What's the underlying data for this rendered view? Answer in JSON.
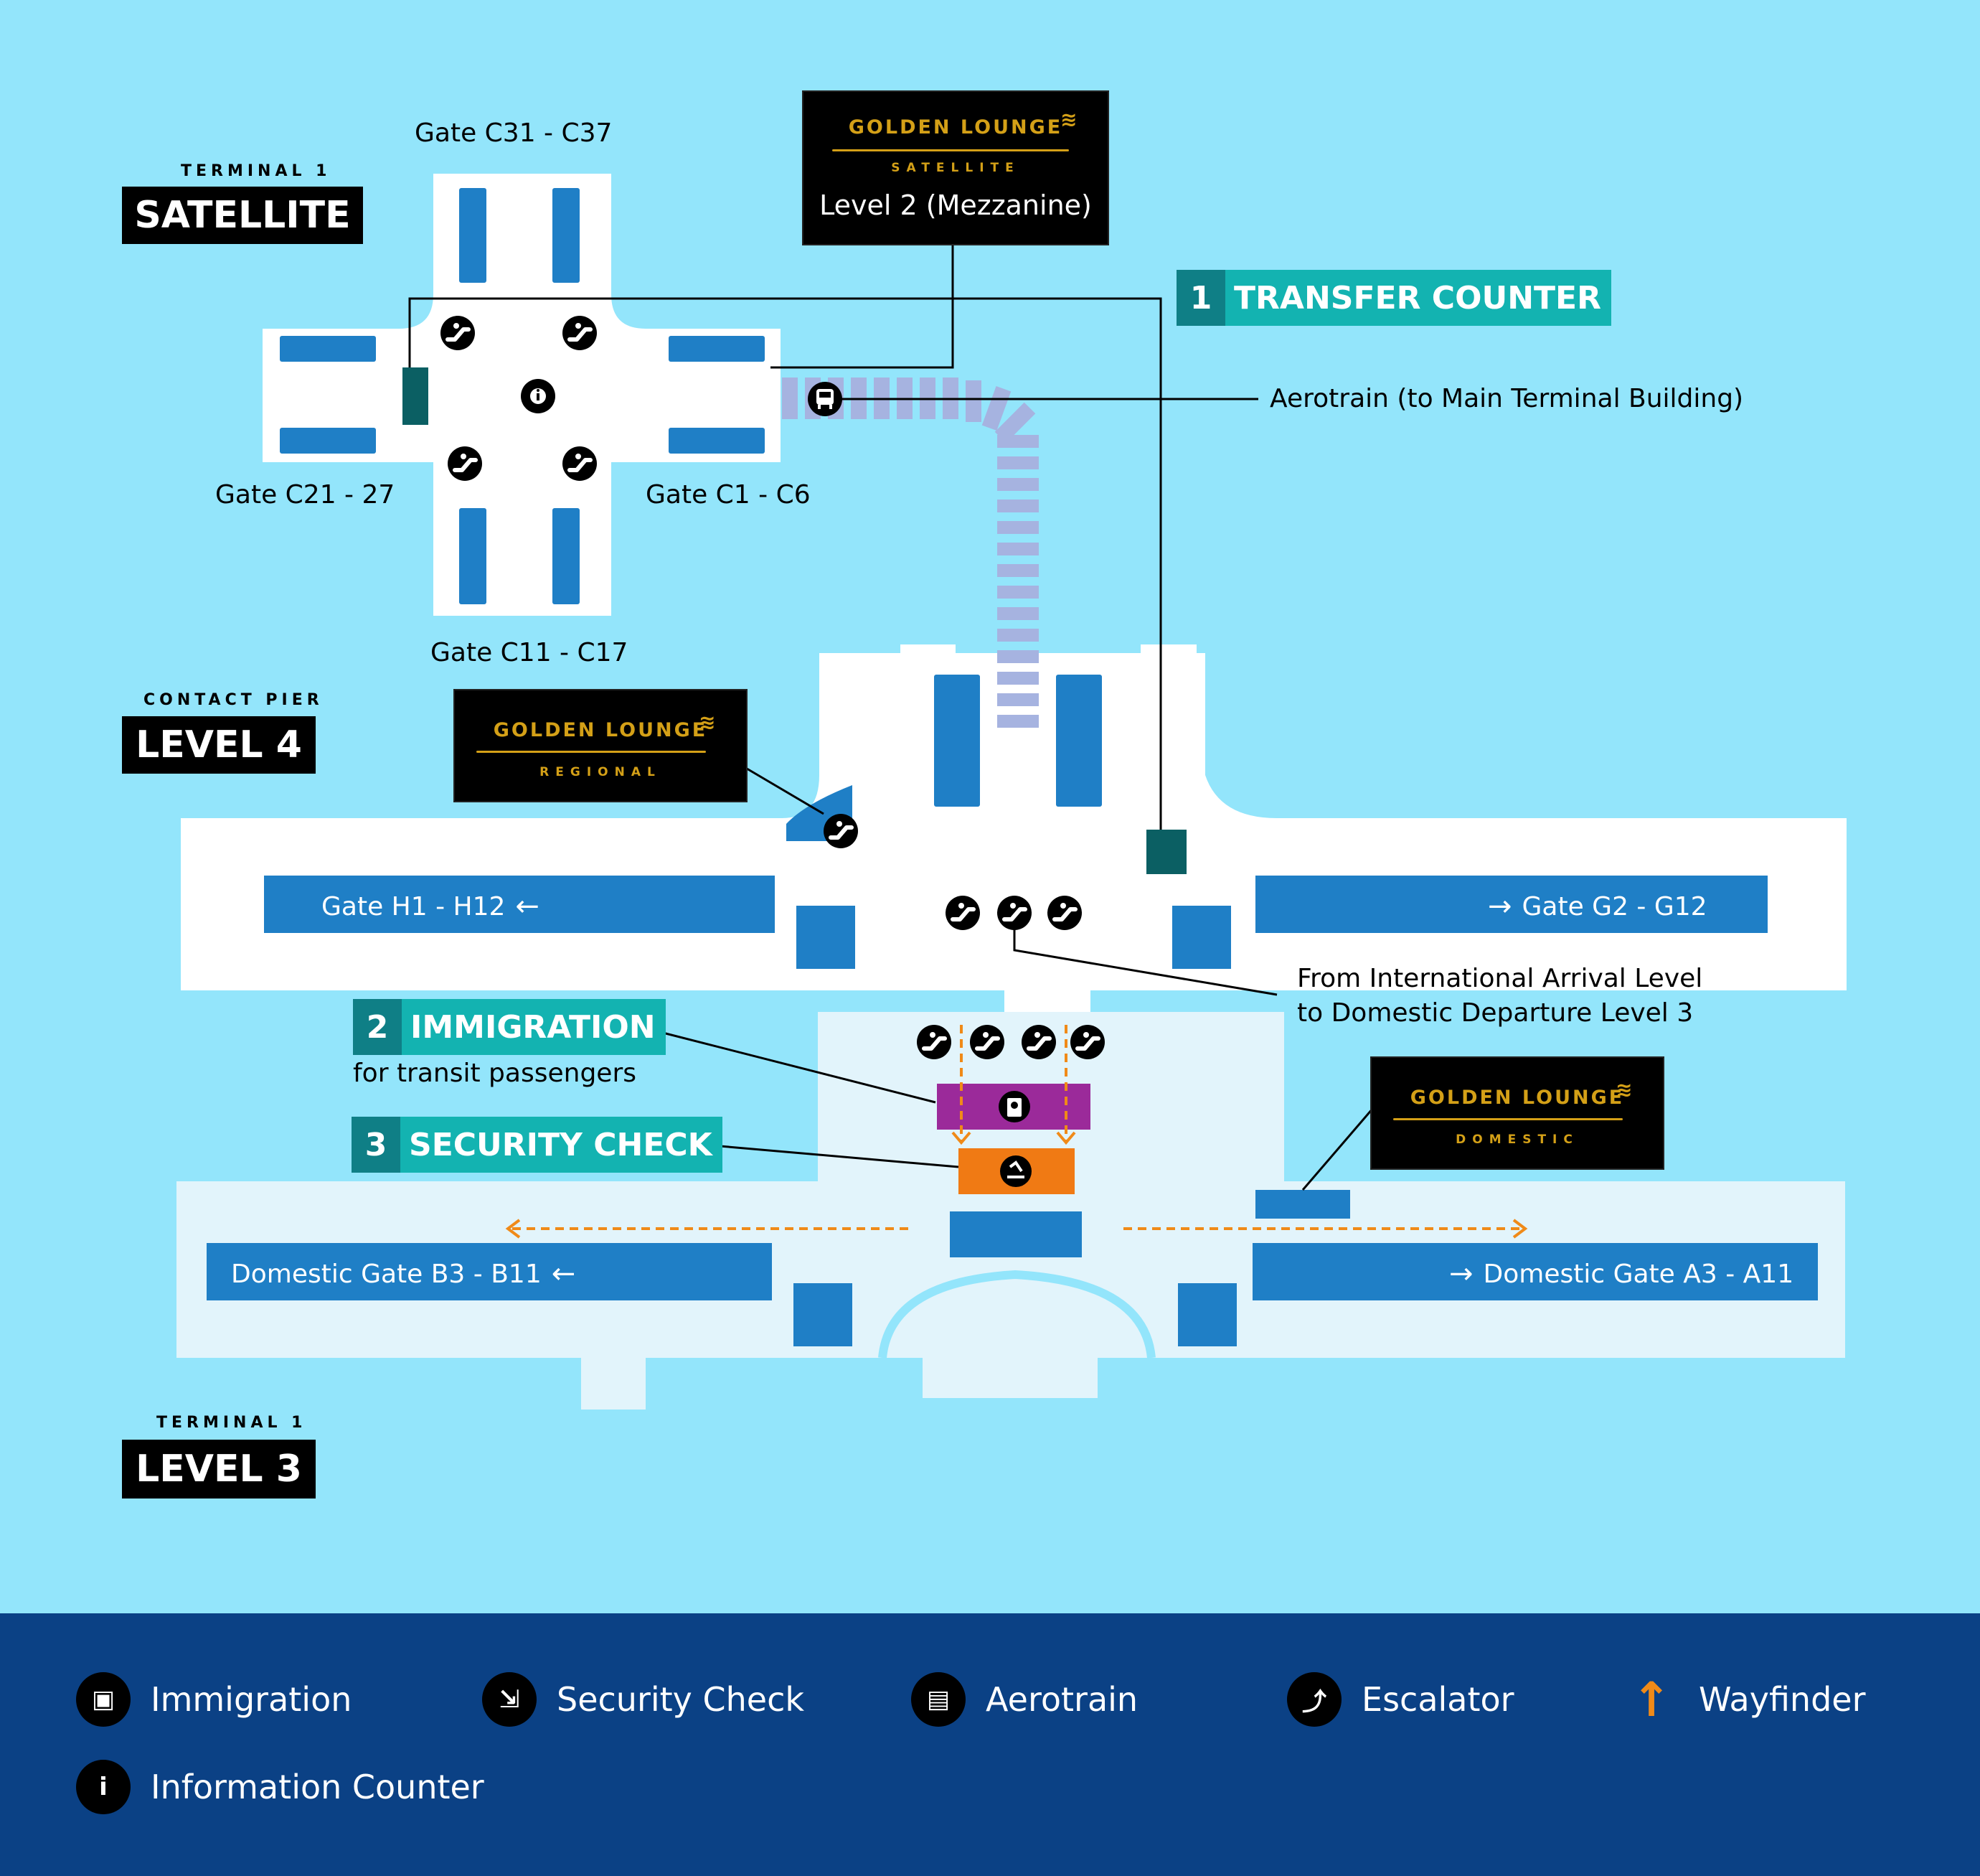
{
  "colors": {
    "background": "#93e5fb",
    "floor": "#ffffff",
    "floor_level3": "#e2f4fb",
    "gate_block": "#1f7fc6",
    "transfer_counter": "#0b5f63",
    "immigration": "#9b2a9a",
    "security": "#f07a14",
    "wayfinder": "#f08a18",
    "aerotrain_track": "#a6b3e0",
    "legend_bg": "#0b4185",
    "lounge_gold": "#d4a017",
    "step_teal": "#13b3b1",
    "step_num": "#0f7f86"
  },
  "levels": {
    "satellite": {
      "tag": "TERMINAL 1",
      "title": "SATELLITE"
    },
    "level4": {
      "tag": "CONTACT PIER",
      "title": "LEVEL 4"
    },
    "level3": {
      "tag": "TERMINAL 1",
      "title": "LEVEL 3"
    }
  },
  "satellite_gates": {
    "north": "Gate C31 - C37",
    "west": "Gate C21 - 27",
    "east": "Gate C1 - C6",
    "south": "Gate C11 - C17"
  },
  "lounges": {
    "satellite": {
      "brand": "GOLDEN LOUNGE",
      "sub": "SATELLITE",
      "level": "Level 2 (Mezzanine)"
    },
    "regional": {
      "brand": "GOLDEN LOUNGE",
      "sub": "REGIONAL"
    },
    "domestic": {
      "brand": "GOLDEN LOUNGE",
      "sub": "DOMESTIC"
    }
  },
  "steps": [
    {
      "number": "1",
      "label": "TRANSFER COUNTER"
    },
    {
      "number": "2",
      "label": "IMMIGRATION",
      "note": "for transit passengers"
    },
    {
      "number": "3",
      "label": "SECURITY CHECK"
    }
  ],
  "callouts": {
    "aerotrain": "Aerotrain  (to Main Terminal Building)",
    "escalator_line1": "From International Arrival Level",
    "escalator_line2": "to Domestic Departure Level 3"
  },
  "level4_gates": {
    "left": "Gate H1 - H12",
    "right": "Gate G2 - G12"
  },
  "level3_gates": {
    "left": "Domestic Gate B3 - B11",
    "right": "Domestic Gate A3 - A11"
  },
  "arrows": {
    "left": "←",
    "right": "→",
    "up": "↑"
  },
  "legend": {
    "immigration": "Immigration",
    "security": "Security Check",
    "aerotrain": "Aerotrain",
    "escalator": "Escalator",
    "wayfinder": "Wayfinder",
    "information": "Information Counter"
  },
  "icons": {
    "immigration": "passport-icon",
    "security": "security-scan-icon",
    "aerotrain": "train-icon",
    "escalator": "escalator-icon",
    "wayfinder": "arrow-up-icon",
    "information": "info-icon"
  }
}
